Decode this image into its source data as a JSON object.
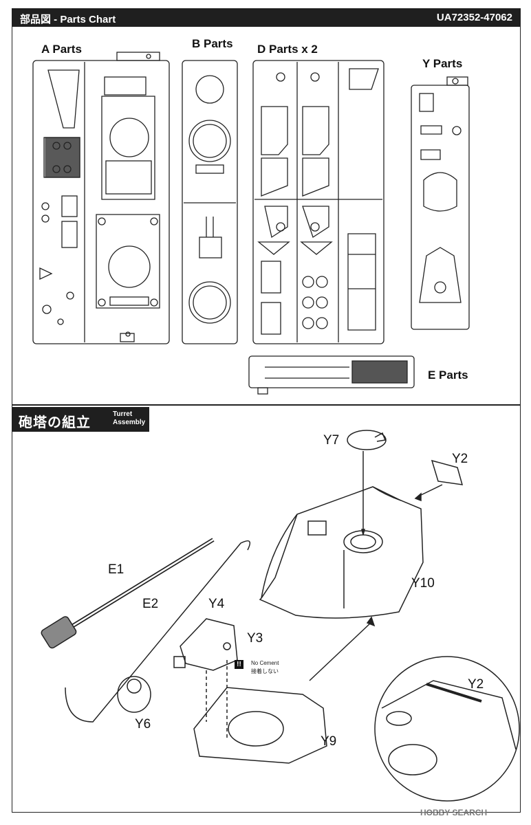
{
  "header": {
    "title": "部品図 - Parts Chart",
    "code": "UA72352-47062"
  },
  "parts_chart": {
    "a_label": "A Parts",
    "b_label": "B Parts",
    "d_label": "D Parts x 2",
    "y_label": "Y Parts",
    "e_label": "E Parts"
  },
  "assembly": {
    "title_jp": "砲塔の組立",
    "title_en_line1": "Turret",
    "title_en_line2": "Assembly",
    "callouts": {
      "y7": "Y7",
      "y2": "Y2",
      "e1": "E1",
      "e2": "E2",
      "y10": "Y10",
      "y4": "Y4",
      "y3": "Y3",
      "y6": "Y6",
      "y9": "Y9",
      "y2_detail": "Y2"
    },
    "warning": {
      "symbol": "!!",
      "text_en": "No Cement",
      "text_jp": "接着しない"
    }
  },
  "watermark": "HOBBY SEARCH"
}
